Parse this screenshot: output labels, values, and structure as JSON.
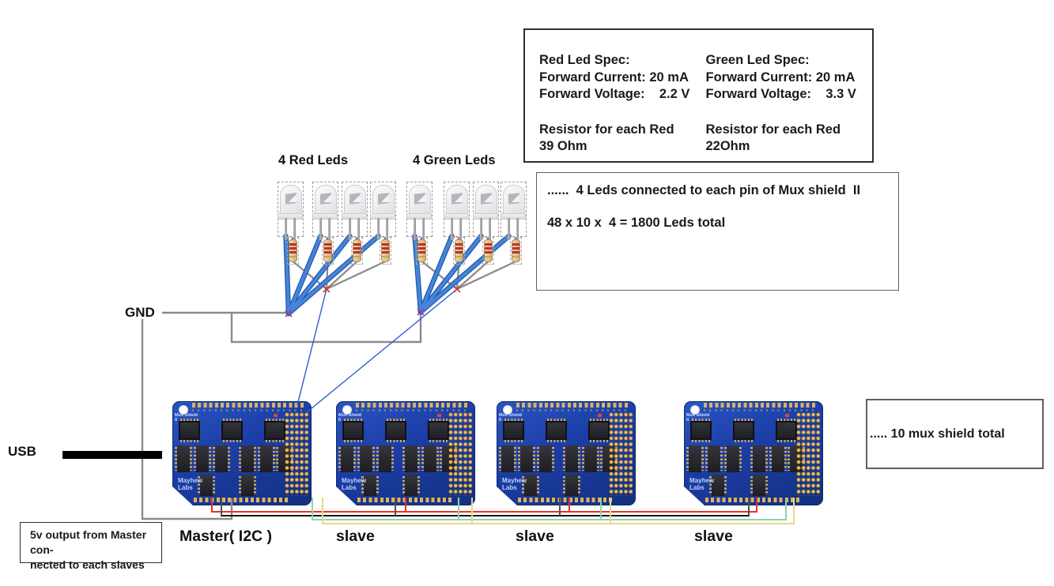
{
  "spec_box": {
    "red": {
      "title": "Red Led Spec:",
      "current": "Forward Current: 20 mA",
      "voltage": "Forward Voltage:    2.2 V",
      "resistor_line1": "Resistor for each Red",
      "resistor_line2": "39 Ohm"
    },
    "green": {
      "title": "Green Led Spec:",
      "current": "Forward Current: 20 mA",
      "voltage": "Forward Voltage:    3.3 V",
      "resistor_line1": "Resistor for each Red",
      "resistor_line2": "22Ohm"
    }
  },
  "note_box": {
    "line1": "......  4 Leds connected to each pin of Mux shield  II",
    "line2": "48 x 10 x  4 = 1800 Leds total"
  },
  "mux_total_box": {
    "text": "..... 10 mux shield total"
  },
  "power_note_box": {
    "line1": "5v output from Master con-",
    "line2": "nected to each slaves"
  },
  "labels": {
    "gnd": "GND",
    "usb": "USB",
    "red_group": "4 Red Leds",
    "green_group": "4 Green Leds"
  },
  "boards": {
    "silk": {
      "title_line1": "Mux Shield",
      "title_line2": "II",
      "brand_line1": "Mayhew",
      "brand_line2": "Labs"
    },
    "items": [
      {
        "label": "Master( I2C )"
      },
      {
        "label": "slave"
      },
      {
        "label": "slave"
      },
      {
        "label": "slave"
      }
    ]
  },
  "colors": {
    "board_blue": "#1b3da6",
    "pad_gold": "#deb35c",
    "wire_red": "#e3342b",
    "wire_black": "#161616",
    "wire_green": "#8fd4ac",
    "wire_yellow": "#e8d78c",
    "wire_gray": "#8a8a8a",
    "wire_blue_core": "#4584d8",
    "wire_blue_edge": "#1f57a9",
    "wire_blue_thin": "#2e5ed4",
    "marker_red": "#c23b2e",
    "marker_purple": "#9a3c9a"
  }
}
